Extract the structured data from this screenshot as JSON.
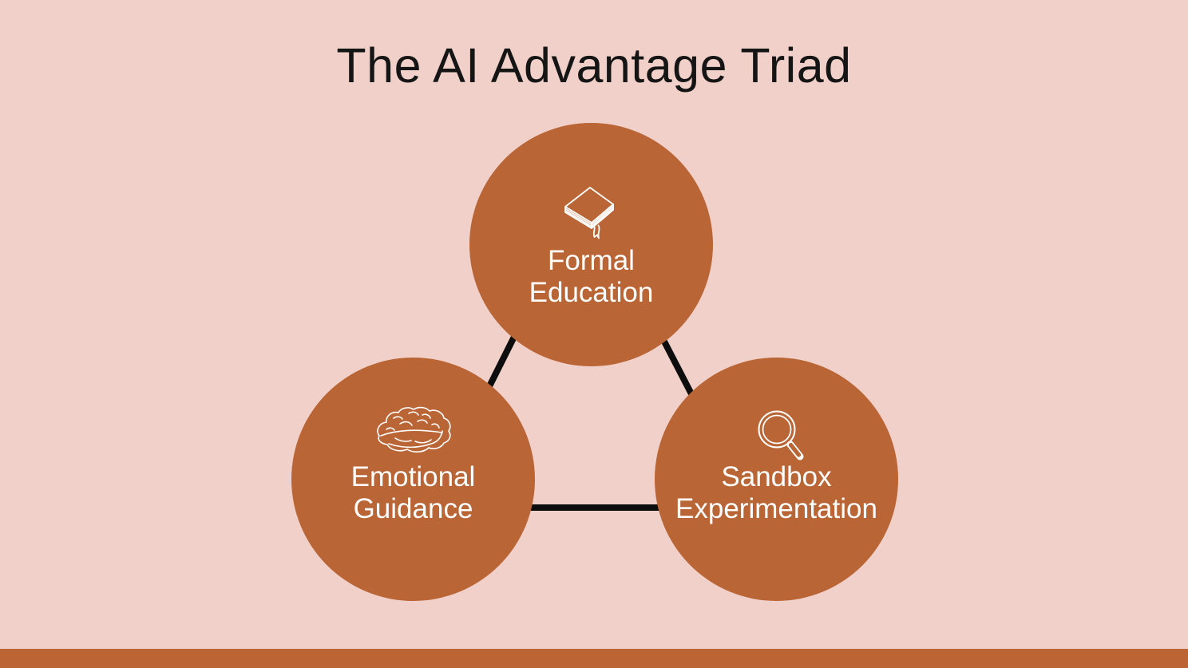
{
  "title": "The AI Advantage Triad",
  "colors": {
    "background": "#f0d0c9",
    "circle": "#b96535",
    "bottom_bar": "#bc6434",
    "connector_line": "#0d0d0d",
    "title_text": "#151515",
    "circle_text": "#ffffff"
  },
  "nodes": [
    {
      "id": "formal-education",
      "icon": "book-icon",
      "label_lines": [
        "Formal",
        "Education"
      ]
    },
    {
      "id": "emotional-guidance",
      "icon": "brain-icon",
      "label_lines": [
        "Emotional",
        "Guidance"
      ]
    },
    {
      "id": "sandbox-experimentation",
      "icon": "magnifier-icon",
      "label_lines": [
        "Sandbox",
        "Experimentation"
      ]
    }
  ]
}
